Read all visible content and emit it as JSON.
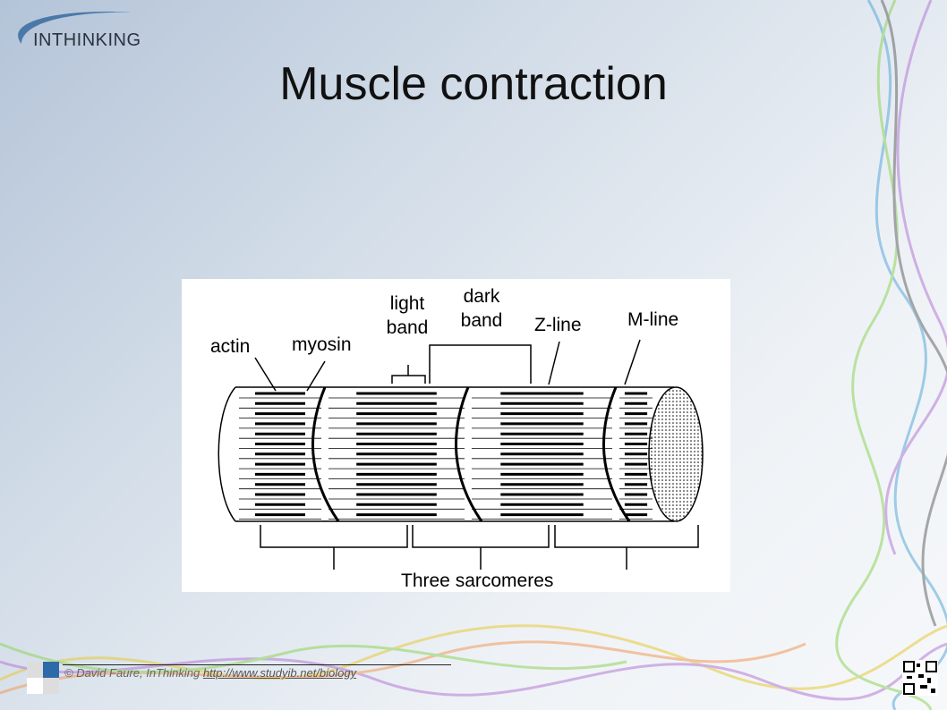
{
  "logo": {
    "text": "INTHINKING"
  },
  "slide": {
    "title": "Muscle contraction"
  },
  "diagram": {
    "labels": {
      "actin": "actin",
      "myosin": "myosin",
      "light_band": "light band",
      "dark_band": "dark band",
      "z_line": "Z-line",
      "m_line": "M-line",
      "caption": "Three sarcomeres"
    }
  },
  "footer": {
    "copyright": "© David Faure, InThinking",
    "link": "http://www.studyib.net/biology"
  },
  "colors": {
    "accent": "#2e6aa8"
  }
}
